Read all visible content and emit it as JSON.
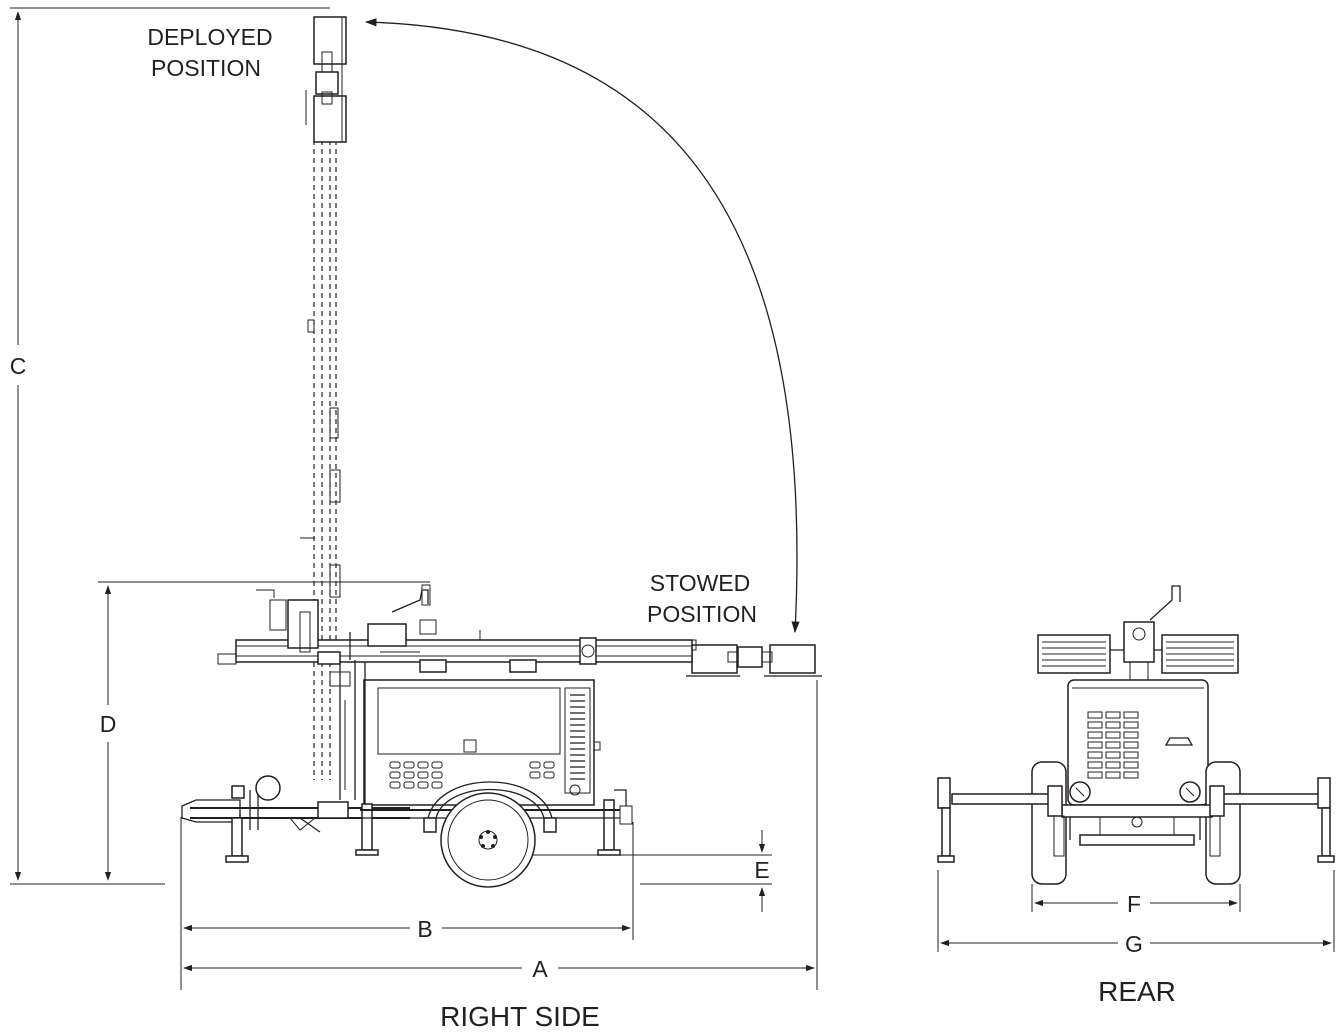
{
  "labels": {
    "deployed_line1": "DEPLOYED",
    "deployed_line2": "POSITION",
    "stowed_line1": "STOWED",
    "stowed_line2": "POSITION",
    "right_side": "RIGHT SIDE",
    "rear": "REAR"
  },
  "dimensions": {
    "a": "A",
    "b": "B",
    "c": "C",
    "d": "D",
    "e": "E",
    "f": "F",
    "g": "G"
  },
  "colors": {
    "line": "#231f20",
    "background": "#ffffff"
  }
}
